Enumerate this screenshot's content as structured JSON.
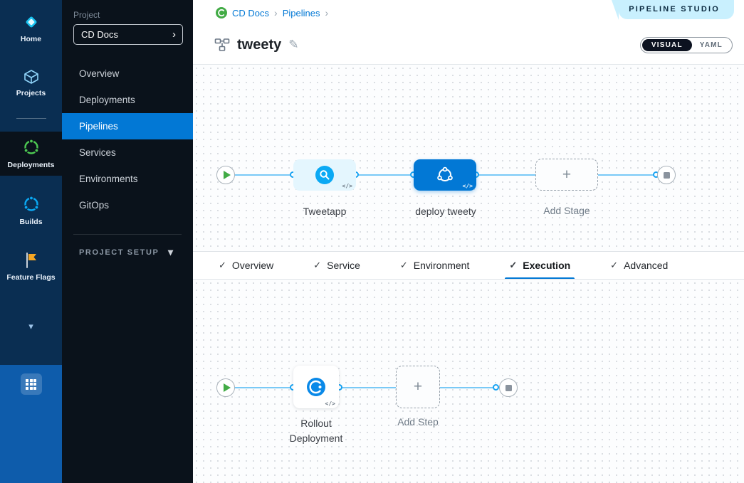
{
  "glyphs": {
    "check": "✓",
    "plus": "+",
    "pencil": "✎",
    "chevron_right": "›",
    "chevron_down": "▾",
    "crumb_sep": "›",
    "code": "</>"
  },
  "rail": {
    "items": [
      {
        "label": "Home"
      },
      {
        "label": "Projects"
      },
      {
        "label": "Deployments"
      },
      {
        "label": "Builds"
      },
      {
        "label": "Feature Flags"
      }
    ],
    "active": "Deployments"
  },
  "sidebar": {
    "project_label": "Project",
    "project_name": "CD Docs",
    "items": [
      "Overview",
      "Deployments",
      "Pipelines",
      "Services",
      "Environments",
      "GitOps"
    ],
    "active_item": "Pipelines",
    "setup_label": "PROJECT SETUP"
  },
  "header": {
    "breadcrumb": [
      "CD Docs",
      "Pipelines"
    ],
    "badge": "PIPELINE STUDIO",
    "title": "tweety",
    "toggle": {
      "visual": "VISUAL",
      "yaml": "YAML",
      "selected": "VISUAL"
    }
  },
  "pipeline": {
    "stages": [
      "Tweetapp",
      "deploy tweety"
    ],
    "add_stage_label": "Add Stage"
  },
  "tabs": {
    "items": [
      "Overview",
      "Service",
      "Environment",
      "Execution",
      "Advanced"
    ],
    "active": "Execution"
  },
  "execution": {
    "steps": [
      "Rollout Deployment"
    ],
    "add_step_label": "Add Step"
  },
  "colors": {
    "accent": "#0278d5",
    "green": "#42ab45",
    "connector": "#79c9f6",
    "badge_bg": "#c9f0fe",
    "sidebar_bg": "#0a121b",
    "rail_bg": "#0a2e52"
  }
}
